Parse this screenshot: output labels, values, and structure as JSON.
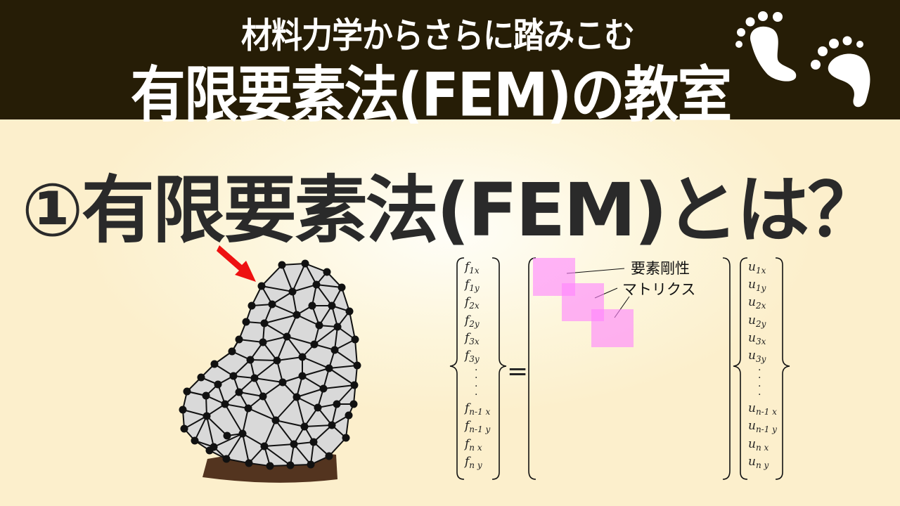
{
  "header": {
    "subtitle": "材料力学からさらに踏みこむ",
    "title": "有限要素法(FEM)の教室",
    "icon": "footprints-icon",
    "background_color": "#261d06",
    "text_color": "#ffffff"
  },
  "main": {
    "heading": "①有限要素法(FEM)とは？",
    "heading_color": "#2a2a2a"
  },
  "figure": {
    "mesh": {
      "description": "triangular finite element mesh on a gray body resting on a brown base",
      "fill_color": "#d9d9d9",
      "base_color": "#53341f",
      "arrow_color": "#ee1111",
      "arrow_icon": "force-arrow-icon"
    },
    "equation": {
      "force_vector": {
        "symbol": "f",
        "rows_top": [
          [
            "1x"
          ],
          [
            "1y"
          ],
          [
            "2x"
          ],
          [
            "2y"
          ],
          [
            "3x"
          ],
          [
            "3y"
          ]
        ],
        "rows_bottom": [
          [
            "n-1 x"
          ],
          [
            "n-1 y"
          ],
          [
            "n x"
          ],
          [
            "n y"
          ]
        ]
      },
      "equals": "=",
      "displacement_vector": {
        "symbol": "u",
        "rows_top": [
          [
            "1x"
          ],
          [
            "1y"
          ],
          [
            "2x"
          ],
          [
            "2y"
          ],
          [
            "3x"
          ],
          [
            "3y"
          ]
        ],
        "rows_bottom": [
          [
            "n-1 x"
          ],
          [
            "n-1 y"
          ],
          [
            "n x"
          ],
          [
            "n y"
          ]
        ]
      },
      "matrix_label_line1": "要素剛性",
      "matrix_label_line2": "マトリクス",
      "block_color": "#ff82ff"
    }
  }
}
